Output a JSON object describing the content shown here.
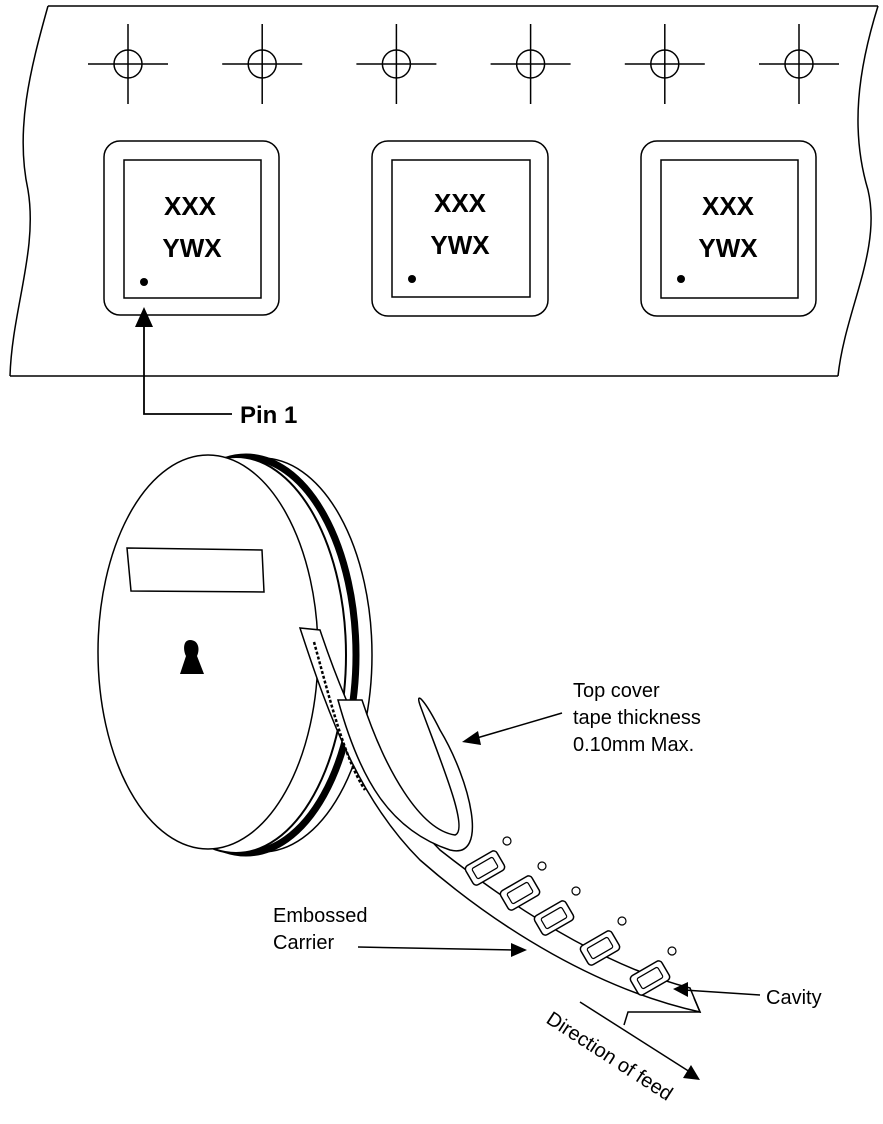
{
  "tape_top_view": {
    "components": [
      {
        "line1": "XXX",
        "line2": "YWX"
      },
      {
        "line1": "XXX",
        "line2": "YWX"
      },
      {
        "line1": "XXX",
        "line2": "YWX"
      }
    ],
    "sprocket_hole_count": 6,
    "pin1_label": "Pin 1"
  },
  "reel_view": {
    "cover_tape_label": [
      "Top cover",
      "tape thickness",
      "0.10mm Max."
    ],
    "embossed_label": [
      "Embossed",
      "Carrier"
    ],
    "cavity_label": "Cavity",
    "feed_label": "Direction of feed"
  },
  "colors": {
    "line": "#000000",
    "background": "#ffffff"
  }
}
